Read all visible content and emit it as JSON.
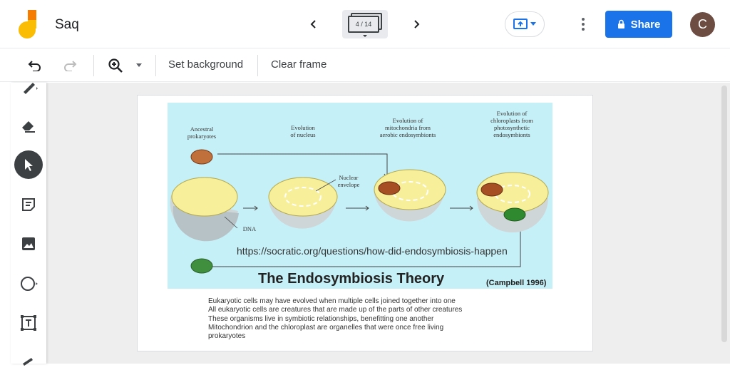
{
  "app": {
    "title": "Saq",
    "frame_counter": "4 / 14",
    "share_label": "Share",
    "avatar_letter": "C"
  },
  "toolbar": {
    "set_background_label": "Set background",
    "clear_frame_label": "Clear frame"
  },
  "sidebar": {
    "tools": [
      "marker-icon",
      "eraser-icon",
      "select-icon",
      "sticky-note-icon",
      "image-icon",
      "circle-shape-icon",
      "text-box-icon",
      "laser-icon"
    ]
  },
  "diagram": {
    "labels": {
      "ancestral": [
        "Ancestral",
        "prokaryotes"
      ],
      "nucleus": [
        "Evolution",
        "of nucleus"
      ],
      "mitochondria": [
        "Evolution of",
        "mitochondria from",
        "aerobic endosymbionts"
      ],
      "chloroplasts": [
        "Evolution of",
        "chloroplasts from",
        "photosynthetic",
        "endosymbionts"
      ],
      "nuclear_envelope": [
        "Nuclear",
        "envelope"
      ],
      "dna": "DNA"
    },
    "url": "https://socratic.org/questions/how-did-endosymbiosis-happen",
    "title": "The Endosymbiosis Theory",
    "citation": "(Campbell 1996)"
  },
  "caption": [
    "Eukaryotic cells may have evolved when multiple cells joined together into one",
    "All eukaryotic cells are creatures that are made up of the parts of other creatures",
    "These organisms live in symbiotic relationships, benefitting one another",
    "Mitochondrion and the chloroplast are organelles that were once free living",
    "prokaryotes"
  ],
  "colors": {
    "accent": "#1a73e8",
    "diagram_bg": "#c6f0f7",
    "avatar": "#6d4c41"
  }
}
